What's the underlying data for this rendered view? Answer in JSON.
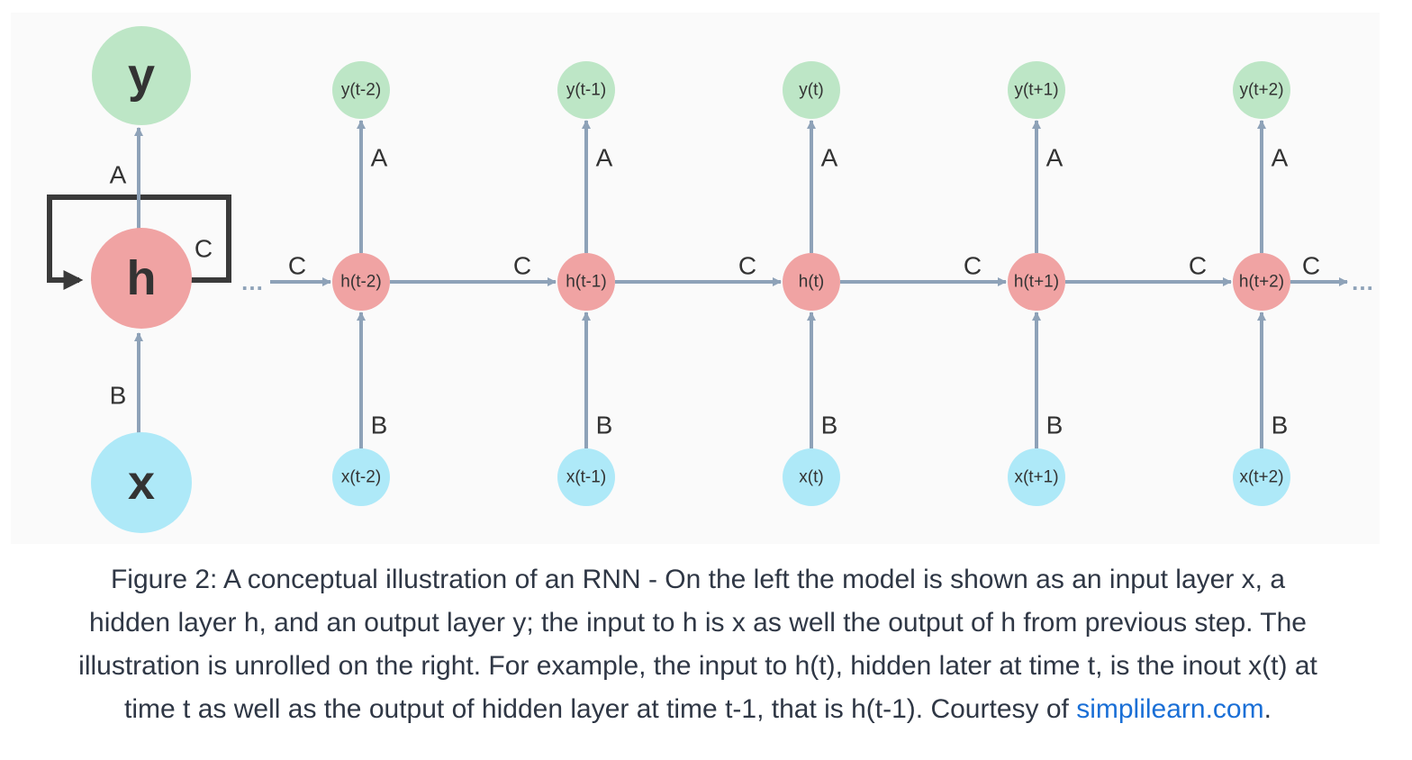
{
  "diagram": {
    "folded": {
      "output": "y",
      "hidden": "h",
      "input": "x",
      "weight_a": "A",
      "weight_b": "B",
      "weight_c": "C"
    },
    "unrolled": {
      "steps": [
        {
          "y": "y(t-2)",
          "h": "h(t-2)",
          "x": "x(t-2)",
          "a": "A",
          "b": "B",
          "c": "C"
        },
        {
          "y": "y(t-1)",
          "h": "h(t-1)",
          "x": "x(t-1)",
          "a": "A",
          "b": "B",
          "c": "C"
        },
        {
          "y": "y(t)",
          "h": "h(t)",
          "x": "x(t)",
          "a": "A",
          "b": "B",
          "c": "C"
        },
        {
          "y": "y(t+1)",
          "h": "h(t+1)",
          "x": "x(t+1)",
          "a": "A",
          "b": "B",
          "c": "C"
        },
        {
          "y": "y(t+2)",
          "h": "h(t+2)",
          "x": "x(t+2)",
          "a": "A",
          "b": "B",
          "c": "C"
        }
      ],
      "trailing_c": "C",
      "ellipsis": "…"
    },
    "colors": {
      "output_node": "#bde6c6",
      "hidden_node": "#f0a3a3",
      "input_node": "#aee9f8",
      "arrow": "#8ea2b8",
      "loop": "#3a3a3a",
      "label": "#333333"
    }
  },
  "caption": {
    "line1": "Figure 2: A conceptual illustration of an RNN - On the left the model is shown as an input layer x, a",
    "line2": "hidden layer h, and an output layer y; the input to h is x as well the output of h from previous step. The",
    "line3": "illustration is unrolled on the right. For example, the input to h(t), hidden later at time t, is the inout x(t) at",
    "line4_prefix": "time t as well as the output of hidden layer at time t-1, that is h(t-1). Courtesy of ",
    "link": "simplilearn.com",
    "line4_suffix": "."
  }
}
